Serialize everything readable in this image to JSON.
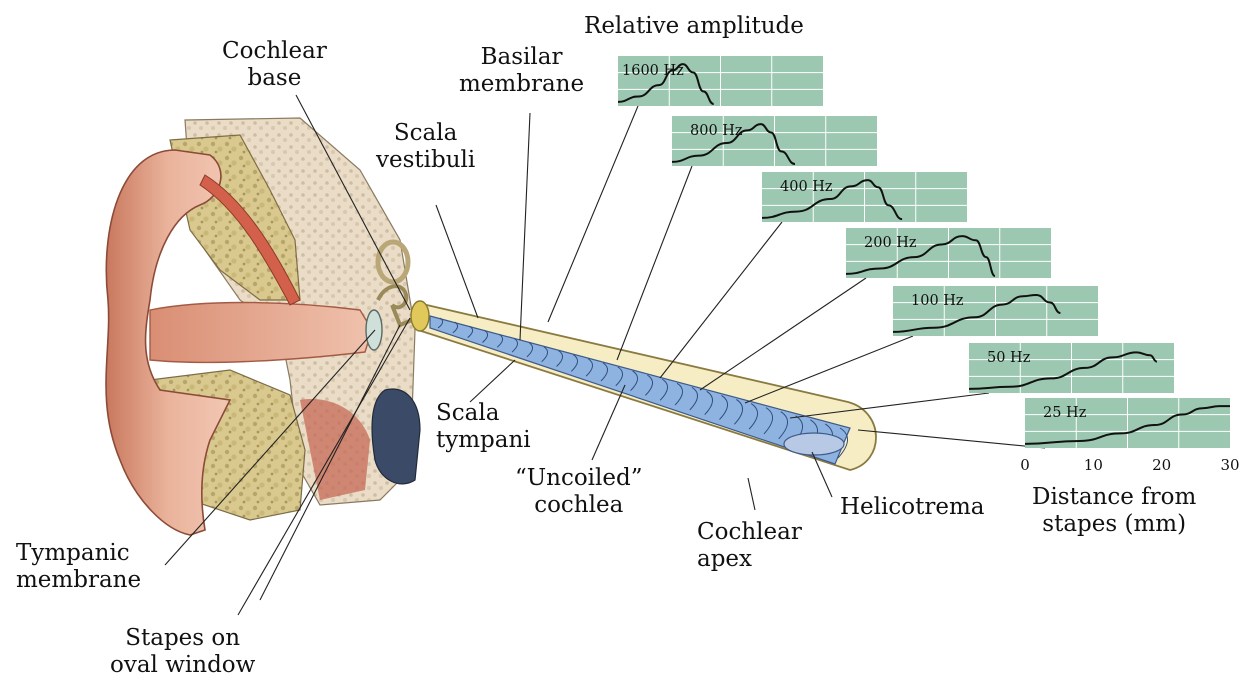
{
  "labels": {
    "cochlear_base": [
      "Cochlear",
      "base"
    ],
    "basilar_membrane": [
      "Basilar",
      "membrane"
    ],
    "scala_vestibuli": [
      "Scala",
      "vestibuli"
    ],
    "scala_tympani": [
      "Scala",
      "tympani"
    ],
    "uncoiled_cochlea": [
      "“Uncoiled”",
      "cochlea"
    ],
    "cochlear_apex": [
      "Cochlear",
      "apex"
    ],
    "helicotrema": "Helicotrema",
    "tympanic_membrane": [
      "Tympanic",
      "membrane"
    ],
    "stapes_oval_window": [
      "Stapes on",
      "oval window"
    ],
    "relative_amplitude": "Relative amplitude",
    "distance_axis": [
      "Distance from",
      "stapes (mm)"
    ]
  },
  "colors": {
    "panel_fill": "#9cc7b0",
    "cochlea_fill": "#f7edc4",
    "membrane_fill": "#8fb3e0",
    "skin": "#eab39b",
    "bone": "#d9c98f"
  },
  "chart_data": {
    "type": "line",
    "xlabel": "Distance from stapes (mm)",
    "ylabel": "Relative amplitude",
    "xlim": [
      0,
      30
    ],
    "x_ticks": [
      0,
      10,
      20,
      30
    ],
    "grid": true,
    "series": [
      {
        "name": "1600 Hz",
        "x": [
          0,
          3,
          6,
          8,
          9.5,
          11,
          12.5,
          14
        ],
        "y": [
          0.05,
          0.18,
          0.45,
          0.8,
          0.95,
          0.75,
          0.3,
          0.0
        ]
      },
      {
        "name": "800 Hz",
        "x": [
          0,
          4,
          8,
          11,
          13,
          14.5,
          16,
          18
        ],
        "y": [
          0.05,
          0.2,
          0.5,
          0.8,
          0.95,
          0.75,
          0.3,
          0.0
        ]
      },
      {
        "name": "400 Hz",
        "x": [
          0,
          5,
          10,
          13,
          15.5,
          17,
          18.5,
          20.5
        ],
        "y": [
          0.05,
          0.2,
          0.5,
          0.8,
          0.95,
          0.78,
          0.35,
          0.02
        ]
      },
      {
        "name": "200 Hz",
        "x": [
          0,
          5,
          10,
          14,
          17,
          19,
          20.5,
          21.8
        ],
        "y": [
          0.05,
          0.18,
          0.45,
          0.75,
          0.95,
          0.85,
          0.45,
          0.0
        ]
      },
      {
        "name": "100 Hz",
        "x": [
          0,
          6,
          12,
          16,
          19,
          21,
          23,
          24.5
        ],
        "y": [
          0.05,
          0.15,
          0.4,
          0.7,
          0.9,
          0.93,
          0.75,
          0.5
        ]
      },
      {
        "name": "50 Hz",
        "x": [
          0,
          6,
          12,
          17,
          21,
          24.5,
          26.5,
          27.5
        ],
        "y": [
          0.05,
          0.1,
          0.3,
          0.55,
          0.8,
          0.92,
          0.85,
          0.7
        ]
      },
      {
        "name": "25 Hz",
        "x": [
          0,
          8,
          14,
          19,
          23,
          26,
          28.5,
          30
        ],
        "y": [
          0.05,
          0.12,
          0.3,
          0.5,
          0.75,
          0.9,
          0.95,
          0.95
        ]
      }
    ]
  }
}
